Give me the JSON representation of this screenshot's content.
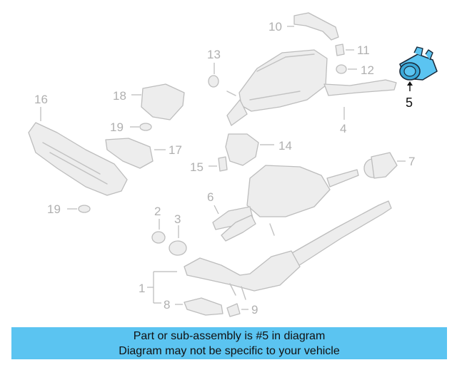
{
  "labels": {
    "n1": "1",
    "n2": "2",
    "n3": "3",
    "n4": "4",
    "n5": "5",
    "n6": "6",
    "n7": "7",
    "n8": "8",
    "n9": "9",
    "n10": "10",
    "n11": "11",
    "n12": "12",
    "n13": "13",
    "n14": "14",
    "n15": "15",
    "n16": "16",
    "n17": "17",
    "n18": "18",
    "n19a": "19",
    "n19b": "19"
  },
  "banner": {
    "line1": "Part or sub-assembly is #5 in diagram",
    "line2": "Diagram may not be specific to your vehicle"
  },
  "colors": {
    "highlight": "#5bc4f1",
    "banner": "#5bc4f1",
    "part_lines": "#c2c2c2"
  }
}
